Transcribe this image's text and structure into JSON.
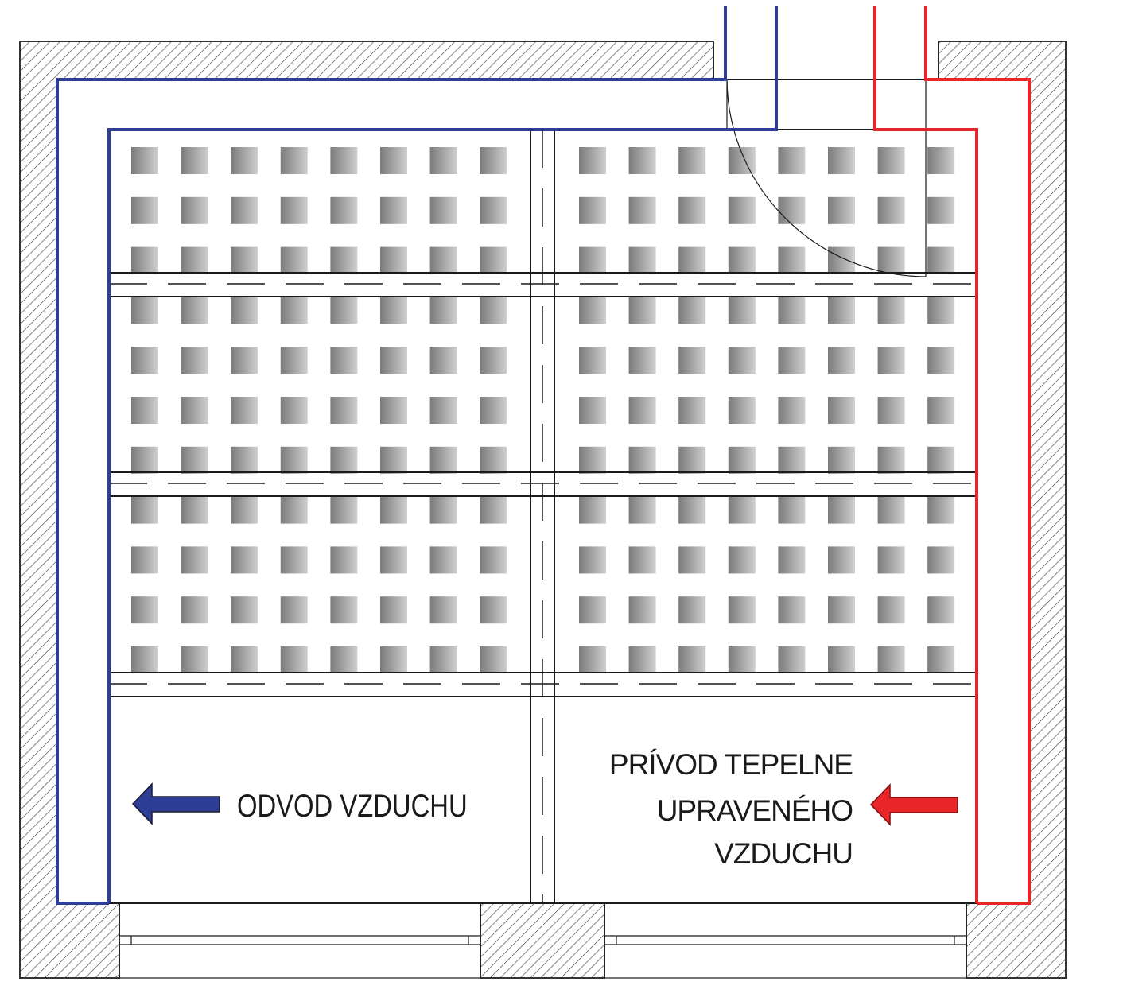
{
  "labels": {
    "exhaust": "ODVOD VZDUCHU",
    "supply_line1": "PRÍVOD TEPELNE",
    "supply_line2": "UPRAVENÉHO",
    "supply_line3": "VZDUCHU"
  },
  "colors": {
    "exhaust": "#2e3e96",
    "supply": "#e8262a",
    "box_dark": "#7b7b7b",
    "box_light": "#cfcfcf"
  },
  "grid": {
    "rows": 11,
    "columns_per_side": 8
  },
  "icons": {
    "exhaust_arrow": "arrow-left-icon",
    "supply_arrow": "arrow-left-icon"
  }
}
